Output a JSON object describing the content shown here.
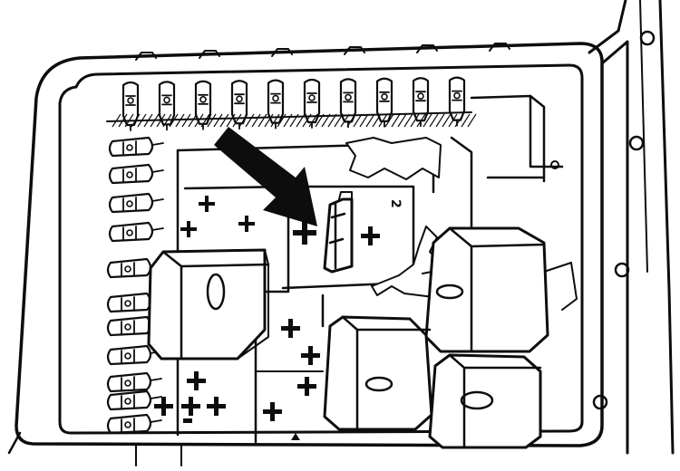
{
  "diagram": {
    "label_digit": "2",
    "ink_color": "#0d0d0d",
    "paper_color": "#ffffff",
    "top_fuse_count": 10,
    "side_fuse_count": 11,
    "wall_hole_count": 4
  }
}
